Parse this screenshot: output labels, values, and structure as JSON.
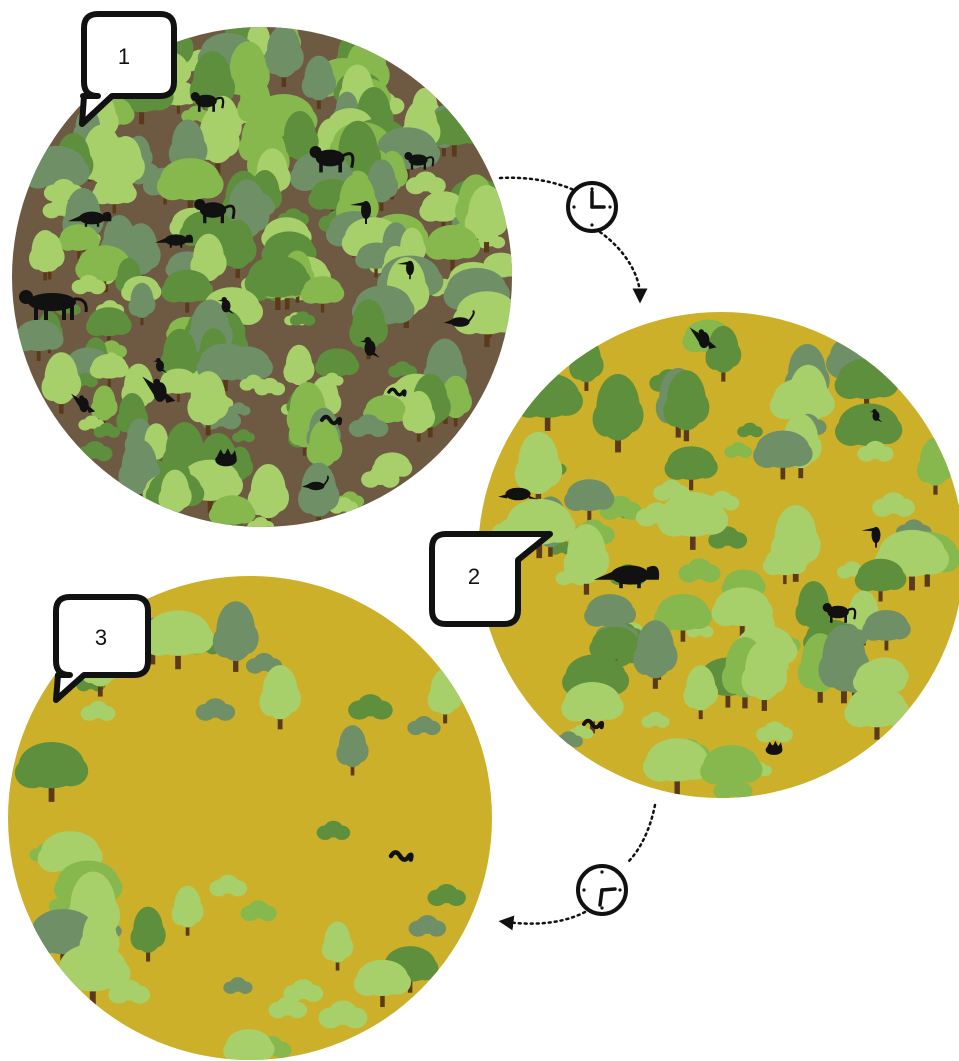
{
  "colors": {
    "background": "#ffffff",
    "forest_ground": "#6e5a43",
    "savanna_ground": "#cdb02a",
    "tree_light": "#a7cf6a",
    "tree_mid": "#86b84e",
    "tree_dark": "#5e8f3c",
    "tree_grey": "#6f8f66",
    "trunk": "#5a3a1a",
    "animal": "#111111",
    "outline": "#111111"
  },
  "stages": [
    {
      "label": "1",
      "ground": "forest",
      "density": "dense"
    },
    {
      "label": "2",
      "ground": "savanna",
      "density": "medium"
    },
    {
      "label": "3",
      "ground": "savanna",
      "density": "sparse"
    }
  ],
  "transitions": [
    {
      "from": "1",
      "to": "2",
      "icon": "clock-icon"
    },
    {
      "from": "2",
      "to": "3",
      "icon": "clock-icon"
    }
  ],
  "animals": {
    "stage1": [
      "jaguar",
      "monkey",
      "monkey",
      "monkey",
      "monkey",
      "anteater",
      "anteater",
      "toucan",
      "toucan",
      "bird",
      "bird",
      "bird",
      "eagle",
      "eagle",
      "snake",
      "snake",
      "porcupine",
      "coati",
      "coati"
    ],
    "stage2": [
      "eagle",
      "bird",
      "toucan",
      "armadillo",
      "anteater",
      "monkey",
      "snake",
      "porcupine"
    ],
    "stage3": [
      "snake"
    ]
  }
}
